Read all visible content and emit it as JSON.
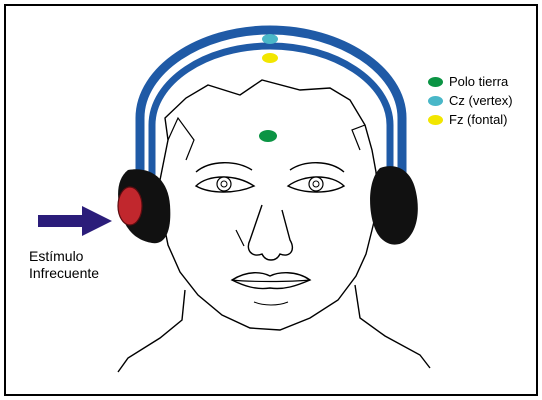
{
  "legend": {
    "items": [
      {
        "label": "Polo tierra",
        "color": "#0b9444"
      },
      {
        "label": "Cz (vertex)",
        "color": "#49b7c8"
      },
      {
        "label": "Fz (fontal)",
        "color": "#f2e600"
      }
    ]
  },
  "stimulus": {
    "line1": "Estímulo",
    "line2": "Infrecuente",
    "arrow_color": "#2b1d7a"
  },
  "colors": {
    "headband": "#1f5aa6",
    "earcup": "#111111",
    "stimulus_ear": "#c1272d",
    "frame": "#000000"
  }
}
